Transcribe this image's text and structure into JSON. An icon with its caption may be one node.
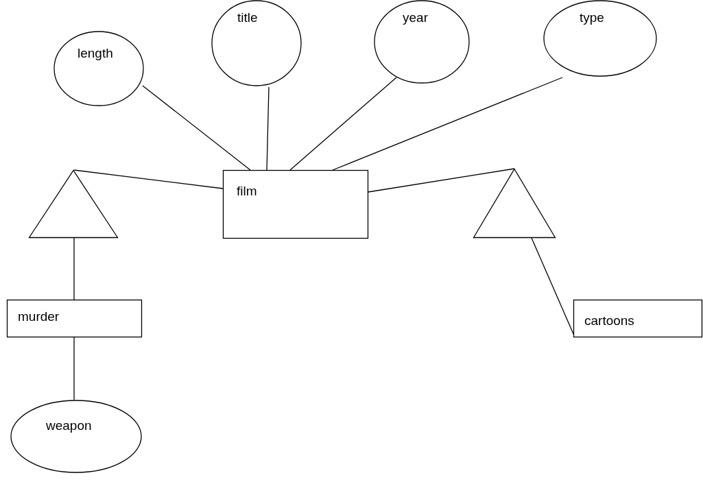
{
  "diagram": {
    "nodes": [
      {
        "text": [
          "length"
        ]
      },
      {
        "text": [
          "title"
        ]
      },
      {
        "text": [
          "year"
        ]
      },
      {
        "text": [
          "type"
        ]
      },
      {
        "text": [
          "film"
        ]
      },
      {
        "text": [],
        "shape": "triangle"
      },
      {
        "text": [],
        "shape": "triangle"
      },
      {
        "text": [
          "murder"
        ]
      },
      {
        "text": [
          "cartoons"
        ]
      },
      {
        "text": [
          "weapon"
        ]
      }
    ],
    "edges": [
      {
        "from": 0,
        "to": 4,
        "arrow": "none"
      },
      {
        "from": 1,
        "to": 4,
        "arrow": "none"
      },
      {
        "from": 2,
        "to": 4,
        "arrow": "none"
      },
      {
        "from": 3,
        "to": 4,
        "arrow": "none"
      },
      {
        "from": 4,
        "to": 5,
        "arrow": "none"
      },
      {
        "from": 4,
        "to": 6,
        "arrow": "none"
      },
      {
        "from": 5,
        "to": 7,
        "arrow": "none"
      },
      {
        "from": 6,
        "to": 8,
        "arrow": "none"
      },
      {
        "from": 7,
        "to": 9,
        "arrow": "none"
      }
    ]
  }
}
